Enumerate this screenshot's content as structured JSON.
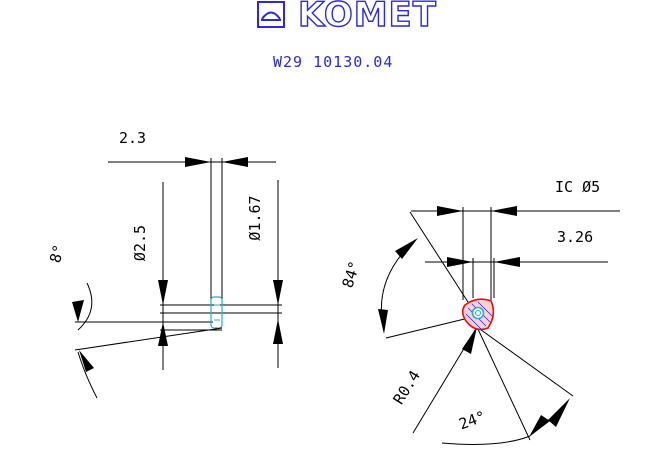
{
  "header": {
    "brand": "KOMET",
    "part_number": "W29 10130.04",
    "brand_color": "#2a2ad8"
  },
  "side_view": {
    "thickness_label": "2.3",
    "diameter_outer_label": "Ø2.5",
    "diameter_inner_label": "Ø1.67",
    "clearance_angle_label": "8°"
  },
  "top_view": {
    "ic_label": "IC Ø5",
    "width_label": "3.26",
    "included_angle_label": "84°",
    "radius_label": "R0.4",
    "angle_label": "24°"
  },
  "colors": {
    "line": "#000000",
    "insert_outline": "#e01010",
    "insert_hatch": "#1a1aff",
    "insert_hole": "#20b0d0"
  }
}
